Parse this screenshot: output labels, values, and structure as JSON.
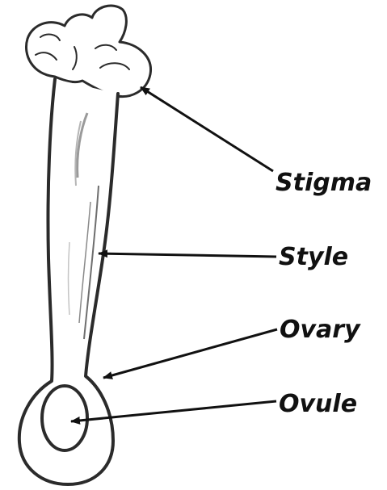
{
  "labels": {
    "stigma": "Stigma",
    "style": "Style",
    "ovary": "Ovary",
    "ovule": "Ovule"
  },
  "colors": {
    "ink": "#111111",
    "outline": "#2b2b2b",
    "shading": "#9a9a9a"
  }
}
